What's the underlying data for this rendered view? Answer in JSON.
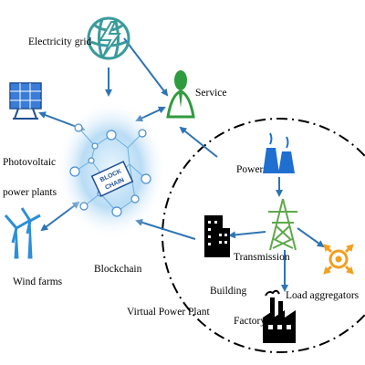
{
  "labels": {
    "electricity_grid": "Electricity grid",
    "service": "Service",
    "photovoltaic": "Photovoltaic",
    "power_plants": "power plants",
    "wind_farms": "Wind farms",
    "blockchain": "Blockchain",
    "blockchain_badge_line1": "BLOCK",
    "blockchain_badge_line2": "CHAIN",
    "power": "Power",
    "transmission": "Transmission",
    "building": "Building",
    "load_aggregators": "Load aggregators",
    "factory": "Factory",
    "virtual_power_plant": "Virtual Power Plant"
  },
  "icons": {
    "grid": "lightning-globe-icon",
    "service": "service-person-icon",
    "photovoltaic": "solar-panel-icon",
    "wind": "wind-turbine-icon",
    "blockchain": "blockchain-network-icon",
    "power": "power-plant-icon",
    "transmission": "transmission-tower-icon",
    "building": "building-icon",
    "load_aggregators": "load-aggregator-icon",
    "factory": "factory-icon"
  },
  "colors": {
    "arrow": "#2e74b5",
    "grid_icon": "#3a9b9b",
    "service_head": "#2e9b3e",
    "solar_blue": "#3a7dd8",
    "blockchain_glow": "#b9dcf5",
    "power_blue": "#1f6fd1",
    "tower_green": "#5fa84a",
    "aggregator_orange": "#f0a020",
    "dashed_boundary": "#000000"
  }
}
